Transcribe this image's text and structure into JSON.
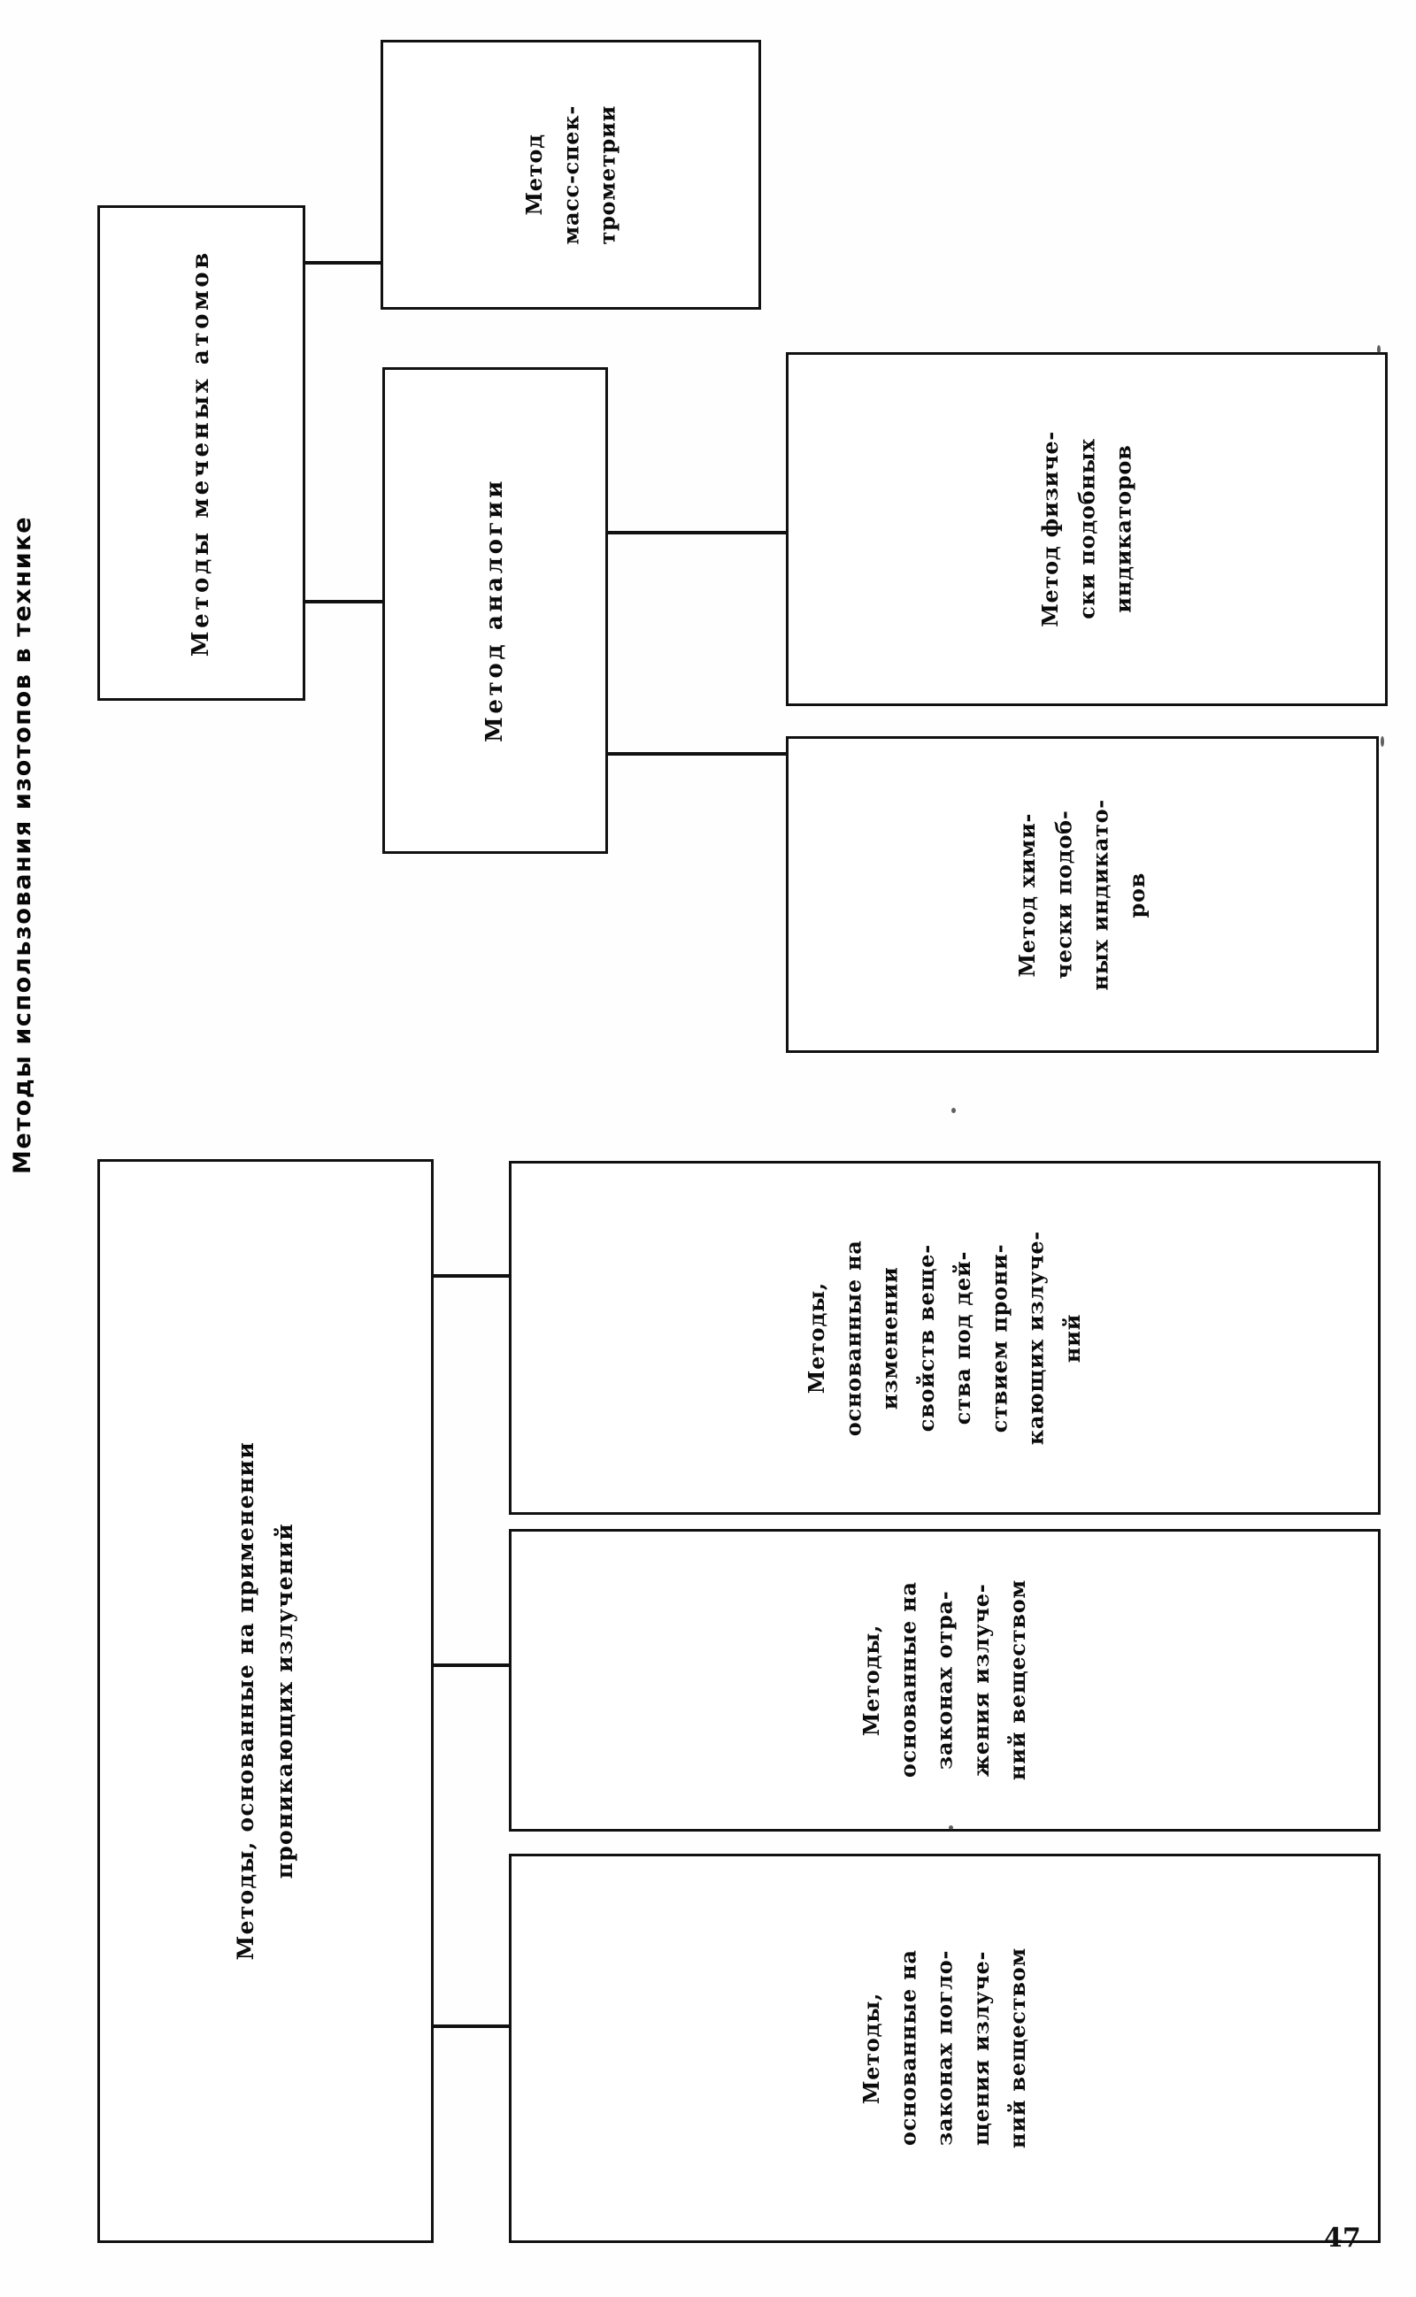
{
  "document": {
    "page_number": "47",
    "title": "Методы использования изотопов в технике"
  },
  "chart_data": {
    "type": "diagram",
    "title": "Методы использования изотопов в технике",
    "orientation": "rotated-90-ccw",
    "root": "Методы использования изотопов в технике",
    "nodes": [
      {
        "id": "tagged-atoms",
        "label": "Методы меченых атомов",
        "children": [
          "mass-spectrometry",
          "analogy"
        ]
      },
      {
        "id": "mass-spectrometry",
        "label": "Метод\nмасс-спек-\nтрометрии",
        "children": []
      },
      {
        "id": "analogy",
        "label": "Метод аналогии",
        "children": [
          "physical-indicators",
          "chemical-indicators"
        ]
      },
      {
        "id": "physical-indicators",
        "label": "Метод физиче-\nски подобных\nиндикаторов",
        "children": []
      },
      {
        "id": "chemical-indicators",
        "label": "Метод хими-\nчески подоб-\nных индикато-\nров",
        "children": []
      },
      {
        "id": "penetrating-radiation",
        "label": "Методы, основанные на применении\nпроникающих излучений",
        "children": [
          "property-change",
          "reflection-laws",
          "absorption-laws"
        ]
      },
      {
        "id": "property-change",
        "label": "Методы,\nоснованные на\nизменении\nсвойств веще-\nства под дей-\nствием прони-\nкающих излуче-\nний",
        "children": []
      },
      {
        "id": "reflection-laws",
        "label": "Методы,\nоснованные на\nзаконах отра-\nжения излуче-\nний веществом",
        "children": []
      },
      {
        "id": "absorption-laws",
        "label": "Методы,\nоснованные на\nзаконах погло-\nщения излуче-\nний веществом",
        "children": []
      }
    ]
  },
  "boxes": {
    "tagged_atoms": "Методы меченых атомов",
    "mass_spectrometry": "Метод\nмасс-спек-\nтрометрии",
    "analogy": "Метод аналогии",
    "physical_indicators": "Метод физиче-\nски подобных\nиндикаторов",
    "chemical_indicators": "Метод хими-\nчески подоб-\nных индикато-\nров",
    "penetrating_radiation": "Методы, основанные на применении\nпроникающих излучений",
    "property_change": "Методы,\nоснованные на\nизменении\nсвойств веще-\nства под дей-\nствием прони-\nкающих излуче-\nний",
    "reflection_laws": "Методы,\nоснованные на\nзаконах отра-\nжения излуче-\nний веществом",
    "absorption_laws": "Методы,\nоснованные на\nзаконах погло-\nщения излуче-\nний веществом"
  },
  "colors": {
    "ink": "#111111",
    "paper": "#fefefe"
  }
}
